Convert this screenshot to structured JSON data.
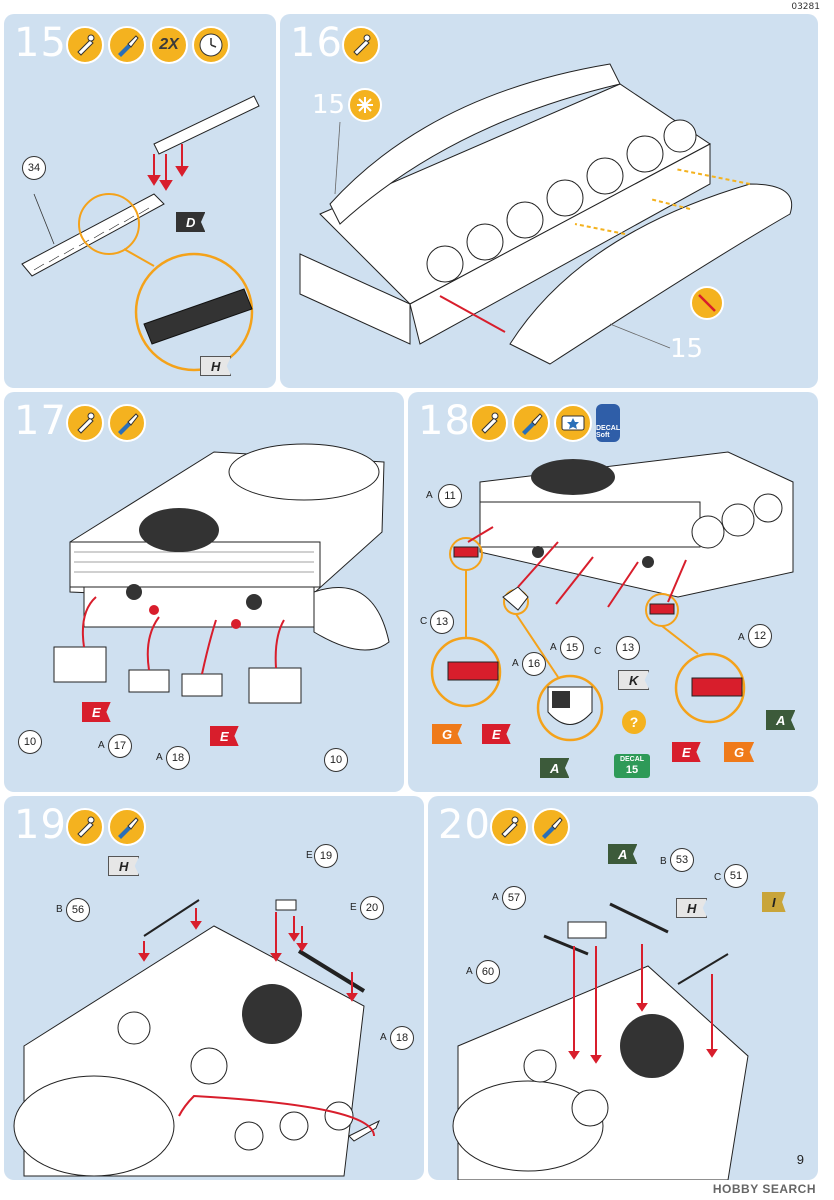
{
  "doc_code": "03281",
  "page_number": "9",
  "watermark": "HOBBY SEARCH",
  "steps": {
    "s15": {
      "num": "15",
      "icons": [
        "glue-icon",
        "paint-brush-icon",
        "repeat-2x-icon",
        "clock-icon"
      ],
      "repeat": "2X",
      "callout_34": "34",
      "flag_d": "D",
      "flag_h": "H"
    },
    "s16": {
      "num": "16",
      "icons": [
        "glue-icon"
      ],
      "ref_15_top": "15",
      "ref_15_bottom": "15"
    },
    "s17": {
      "num": "17",
      "icons": [
        "glue-icon",
        "paint-brush-icon"
      ],
      "c10a": "10",
      "c10b": "10",
      "c17": "17",
      "c18": "18",
      "prefix_a": "A",
      "flag_e": "E"
    },
    "s18": {
      "num": "18",
      "icons": [
        "glue-icon",
        "paint-brush-icon",
        "decal-water-icon",
        "decal-soft-bottle-icon"
      ],
      "decal_soft": "DECAL Soft",
      "c11": "11",
      "c12": "12",
      "c13a": "13",
      "c13b": "13",
      "c15": "15",
      "c16": "16",
      "prefix_a": "A",
      "prefix_c": "C",
      "flag_g": "G",
      "flag_e": "E",
      "flag_a": "A",
      "flag_k": "K",
      "decal_label": "DECAL",
      "decal_num": "15",
      "qmark": "?"
    },
    "s19": {
      "num": "19",
      "icons": [
        "glue-icon",
        "paint-brush-icon"
      ],
      "flag_h": "H",
      "c56": "56",
      "c19": "19",
      "c20": "20",
      "c18": "18",
      "prefix_b": "B",
      "prefix_e": "E",
      "prefix_a": "A"
    },
    "s20": {
      "num": "20",
      "icons": [
        "glue-icon",
        "paint-brush-icon"
      ],
      "flag_a": "A",
      "flag_h": "H",
      "flag_i": "I",
      "c53": "53",
      "c51": "51",
      "c57": "57",
      "c60": "60",
      "prefix_a": "A",
      "prefix_b": "B",
      "prefix_c": "C"
    }
  },
  "colors": {
    "panel_bg": "#cfe0f0",
    "accent_orange": "#f4b21f",
    "arrow_red": "#d81e2c",
    "decal_green": "#2e9a58"
  }
}
